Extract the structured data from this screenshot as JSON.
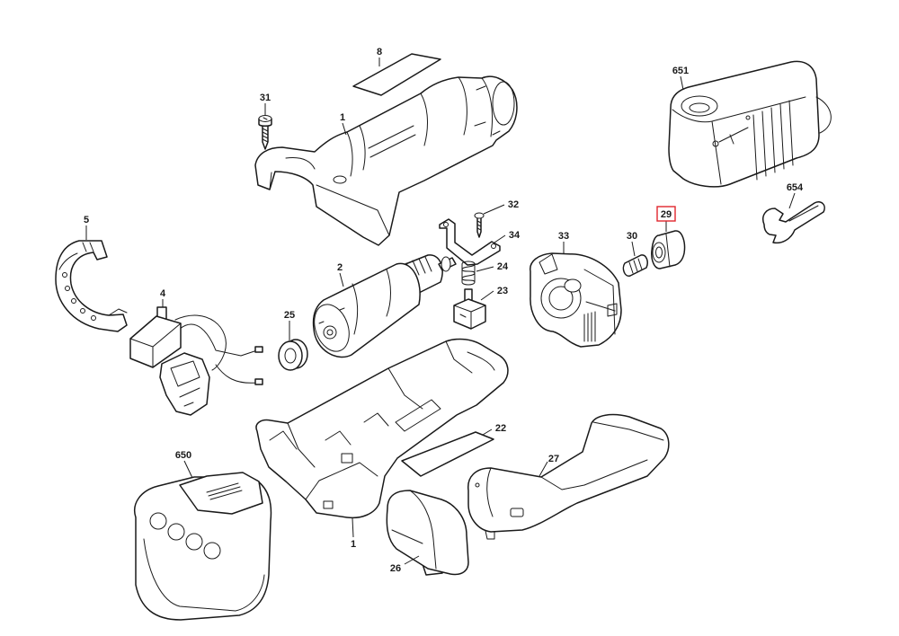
{
  "callouts": [
    {
      "label": "8"
    },
    {
      "label": "31"
    },
    {
      "label": "1"
    },
    {
      "label": "651"
    },
    {
      "label": "654"
    },
    {
      "label": "29",
      "highlighted": true
    },
    {
      "label": "30"
    },
    {
      "label": "33"
    },
    {
      "label": "32"
    },
    {
      "label": "34"
    },
    {
      "label": "24"
    },
    {
      "label": "23"
    },
    {
      "label": "5"
    },
    {
      "label": "4"
    },
    {
      "label": "2"
    },
    {
      "label": "25"
    },
    {
      "label": "22"
    },
    {
      "label": "27"
    },
    {
      "label": "650"
    },
    {
      "label": "1"
    },
    {
      "label": "26"
    }
  ],
  "colors": {
    "line": "#1a1a1a",
    "highlight": "#e0262d",
    "background": "#ffffff"
  }
}
